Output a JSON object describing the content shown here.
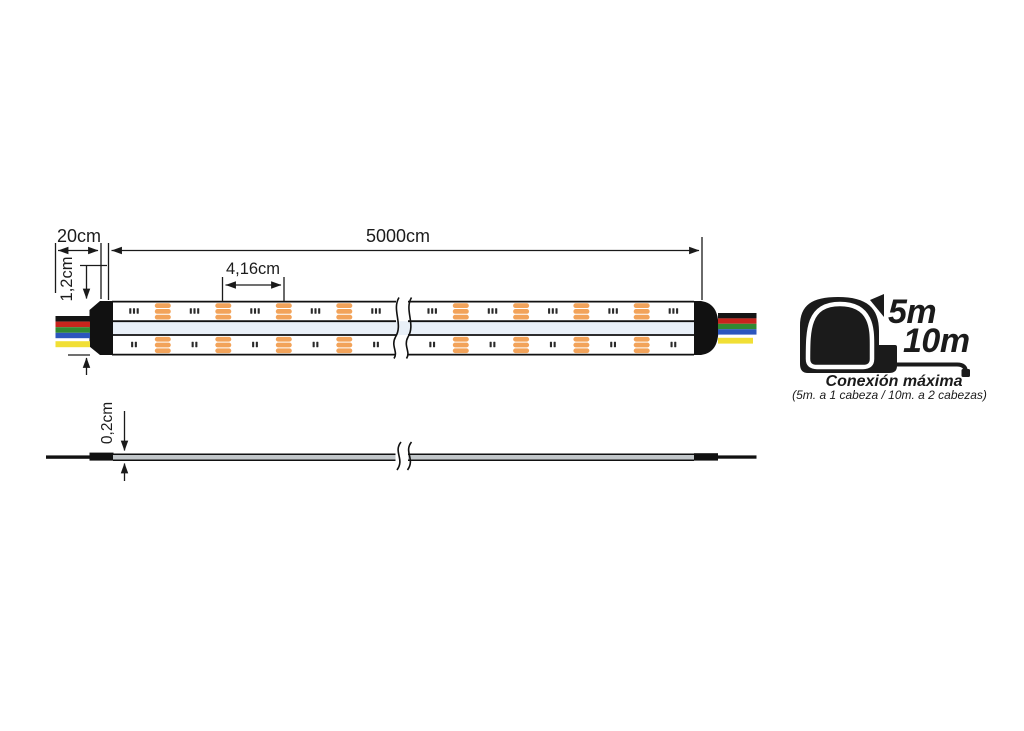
{
  "colors": {
    "line": "#1a1a1a",
    "led": "#F2A35A",
    "dot": "#2a2a2a",
    "strip_mid": "#E9F0F8",
    "strip_side": "#C2C7CA",
    "wire_black": "#151515",
    "wire_red": "#C8241D",
    "wire_green": "#318A31",
    "wire_blue": "#2C56BD",
    "wire_yellow": "#F1DF35"
  },
  "top_view": {
    "lead_length": "20cm",
    "total_length": "5000cm",
    "led_pitch": "4,16cm",
    "strip_width": "1,2cm"
  },
  "side_view": {
    "strip_thickness": "0,2cm"
  },
  "tape_measure": {
    "value_primary": "5m",
    "value_secondary": "10m",
    "caption": "Conexión máxima",
    "subcaption": "(5m. a 1 cabeza  /  10m. a 2 cabezas)"
  }
}
